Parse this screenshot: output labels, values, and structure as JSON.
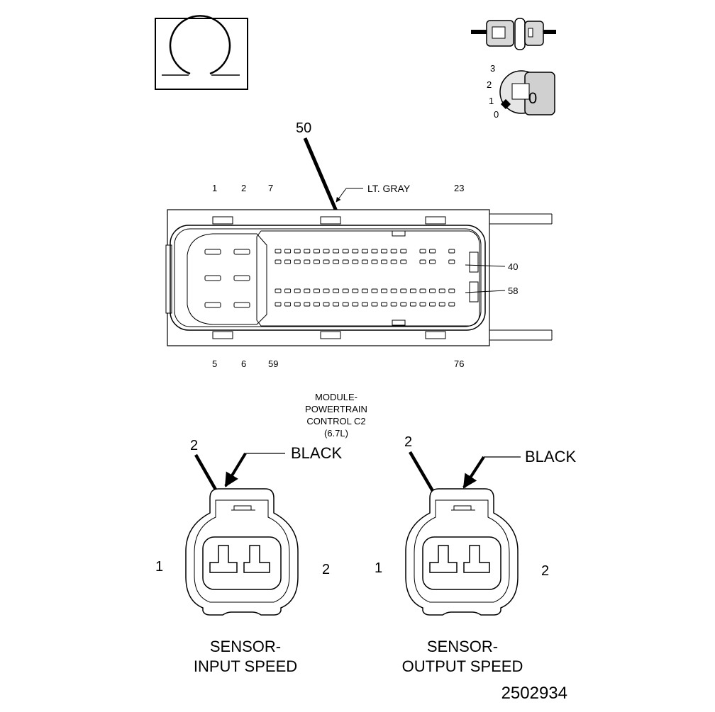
{
  "drawing_number": "2502934",
  "pcm": {
    "color": "LT. GRAY",
    "callout_pin": "50",
    "title_lines": [
      "MODULE-",
      "POWERTRAIN",
      "CONTROL C2",
      "(6.7L)"
    ],
    "top_pins": [
      "1",
      "2",
      "7",
      "23"
    ],
    "bottom_pins": [
      "5",
      "6",
      "59",
      "76"
    ],
    "side_pins": [
      "40",
      "58"
    ]
  },
  "sensors": [
    {
      "color": "BLACK",
      "callout_pin": "2",
      "left_pin": "1",
      "right_pin": "2",
      "title_lines": [
        "SENSOR-",
        "INPUT SPEED"
      ]
    },
    {
      "color": "BLACK",
      "callout_pin": "2",
      "left_pin": "1",
      "right_pin": "2",
      "title_lines": [
        "SENSOR-",
        "OUTPUT SPEED"
      ]
    }
  ],
  "key_icon": {
    "positions": [
      "3",
      "2",
      "1",
      "0"
    ],
    "key_label": "0"
  }
}
